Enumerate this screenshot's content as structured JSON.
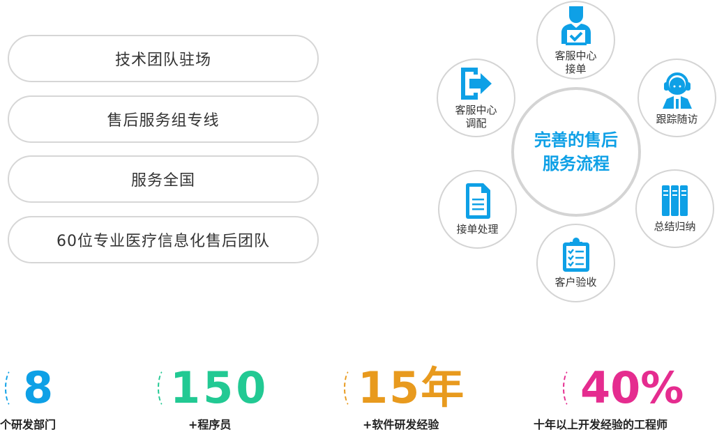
{
  "features": [
    "技术团队驻场",
    "售后服务组专线",
    "服务全国",
    "60位专业医疗信息化售后团队"
  ],
  "process": {
    "center": [
      "完善的售后",
      "服务流程"
    ],
    "steps": [
      {
        "label": [
          "客服中心",
          "接单"
        ],
        "icon": "agent-check-icon"
      },
      {
        "label": [
          "跟踪随访"
        ],
        "icon": "headset-agent-icon"
      },
      {
        "label": [
          "总结归纳"
        ],
        "icon": "binders-icon"
      },
      {
        "label": [
          "客户验收"
        ],
        "icon": "clipboard-checklist-icon"
      },
      {
        "label": [
          "接单处理"
        ],
        "icon": "document-icon"
      },
      {
        "label": [
          "客服中心",
          "调配"
        ],
        "icon": "export-arrow-icon"
      }
    ]
  },
  "stats": [
    {
      "value": "8",
      "label": "个研发部门",
      "color": "#0ea0e6"
    },
    {
      "value": "150",
      "label": "+程序员",
      "color": "#22c993"
    },
    {
      "value": "15年",
      "label": "+软件研发经验",
      "color": "#e89a1e"
    },
    {
      "value": "40%",
      "label": "十年以上开发经验的工程师",
      "color": "#e52c8f"
    }
  ],
  "colors": {
    "accent": "#0ea0e6",
    "border": "#d4d4d4"
  }
}
